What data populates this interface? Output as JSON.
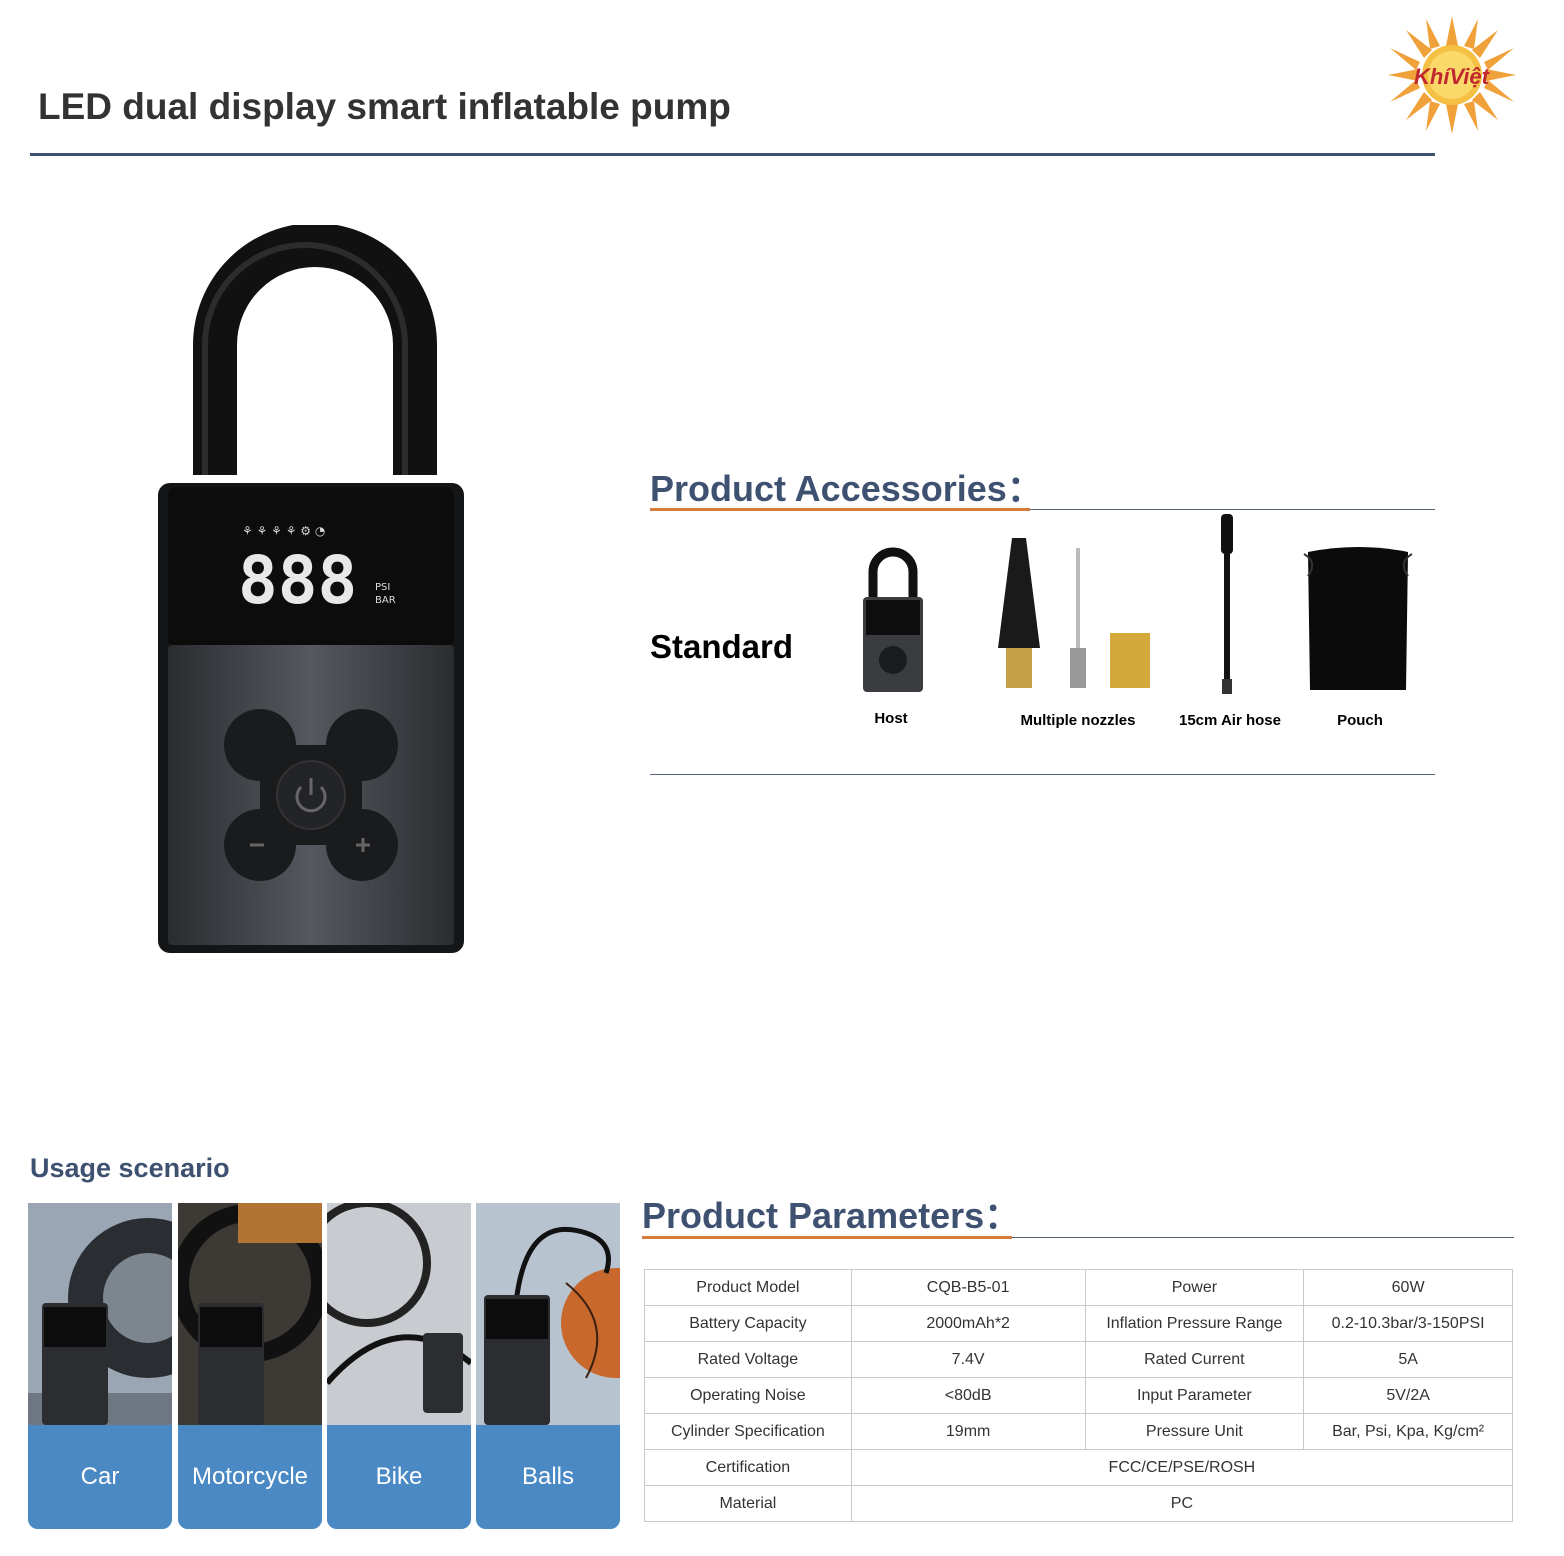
{
  "header": {
    "title": "LED dual display smart inflatable pump",
    "logo_text": "KhíViệt"
  },
  "hero": {
    "display_digits": "888",
    "units": [
      "PSI",
      "BAR"
    ]
  },
  "accessories": {
    "heading": "Product Accessories：",
    "row_label": "Standard",
    "items": [
      {
        "caption": "Host"
      },
      {
        "caption": "Multiple nozzles"
      },
      {
        "caption": "15cm Air hose"
      },
      {
        "caption": "Pouch"
      }
    ]
  },
  "usage": {
    "heading": "Usage scenario",
    "items": [
      {
        "label": "Car"
      },
      {
        "label": "Motorcycle"
      },
      {
        "label": "Bike"
      },
      {
        "label": "Balls"
      }
    ]
  },
  "parameters": {
    "heading": "Product Parameters：",
    "rows": [
      {
        "k1": "Product Model",
        "v1": "CQB-B5-01",
        "k2": "Power",
        "v2": "60W"
      },
      {
        "k1": "Battery Capacity",
        "v1": "2000mAh*2",
        "k2": "Inflation Pressure Range",
        "v2": "0.2-10.3bar/3-150PSI"
      },
      {
        "k1": "Rated Voltage",
        "v1": "7.4V",
        "k2": "Rated Current",
        "v2": "5A"
      },
      {
        "k1": "Operating Noise",
        "v1": "<80dB",
        "k2": "Input Parameter",
        "v2": "5V/2A"
      },
      {
        "k1": "Cylinder Specification",
        "v1": "19mm",
        "k2": "Pressure Unit",
        "v2": "Bar, Psi, Kpa, Kg/cm²"
      }
    ],
    "wide_rows": [
      {
        "k": "Certification",
        "v": "FCC/CE/PSE/ROSH"
      },
      {
        "k": "Material",
        "v": "PC"
      }
    ]
  },
  "colors": {
    "heading": "#3e5170",
    "accent_orange": "#d97a3d",
    "scenario_label_bg": "#4a89c3"
  }
}
